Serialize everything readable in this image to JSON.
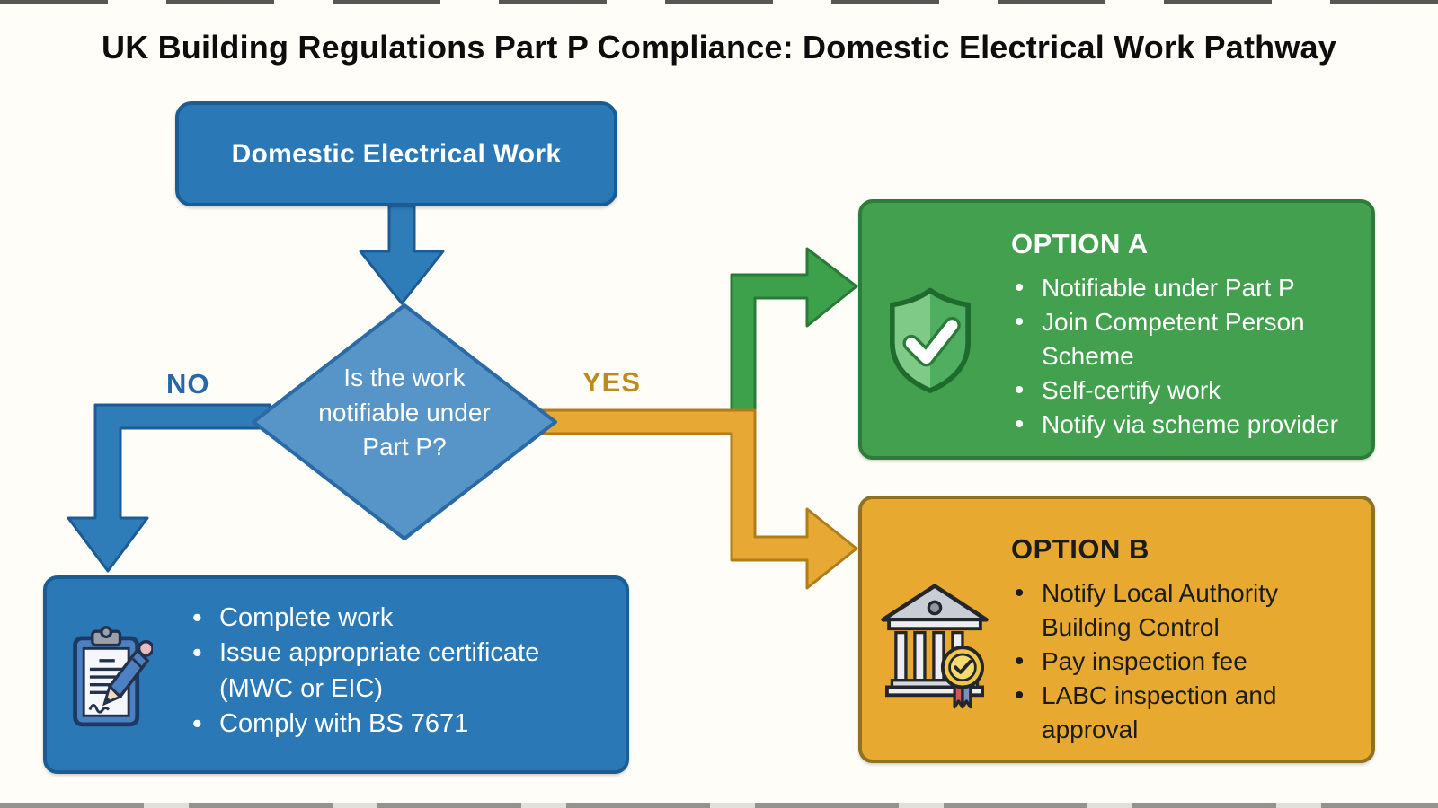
{
  "title": "UK Building Regulations Part P Compliance: Domestic Electrical Work Pathway",
  "edge_labels": {
    "no": "NO",
    "yes": "YES"
  },
  "nodes": {
    "start": {
      "label": "Domestic Electrical Work"
    },
    "decision": {
      "question": "Is the work notifiable under Part P?"
    },
    "result_no": {
      "icon": "clipboard-pencil-icon",
      "bullets": [
        "Complete work",
        "Issue appropriate certificate (MWC or EIC)",
        "Comply with BS 7671"
      ]
    },
    "option_a": {
      "heading": "OPTION A",
      "icon": "shield-check-icon",
      "bullets": [
        "Notifiable under Part P",
        "Join Competent Person Scheme",
        "Self-certify work",
        "Notify via scheme provider"
      ]
    },
    "option_b": {
      "heading": "OPTION B",
      "icon": "bank-building-icon",
      "bullets": [
        "Notify Local Authority Building Control",
        "Pay inspection fee",
        "LABC inspection and approval"
      ]
    }
  },
  "colors": {
    "blue-fill": "#2a78b5",
    "blue-stroke": "#1a5d95",
    "diamond-fill": "#5794c8",
    "diamond-stroke": "#2a6ba6",
    "green-fill": "#42a04f",
    "green-stroke": "#2d7c3b",
    "amber-fill": "#e7a930",
    "amber-stroke": "#8f7123",
    "arrow-blue": "#2e7cb8",
    "arrow-blue-stroke": "#1c5c92",
    "arrow-green": "#3da14b",
    "arrow-green-stroke": "#277b36",
    "arrow-amber": "#e7a934",
    "arrow-amber-stroke": "#b07c1c",
    "no-label": "#2767a8",
    "yes-label": "#bd8a1e",
    "text-light": "#ffffff",
    "text-dark": "#1b1b1b",
    "background": "#fffdf7"
  }
}
